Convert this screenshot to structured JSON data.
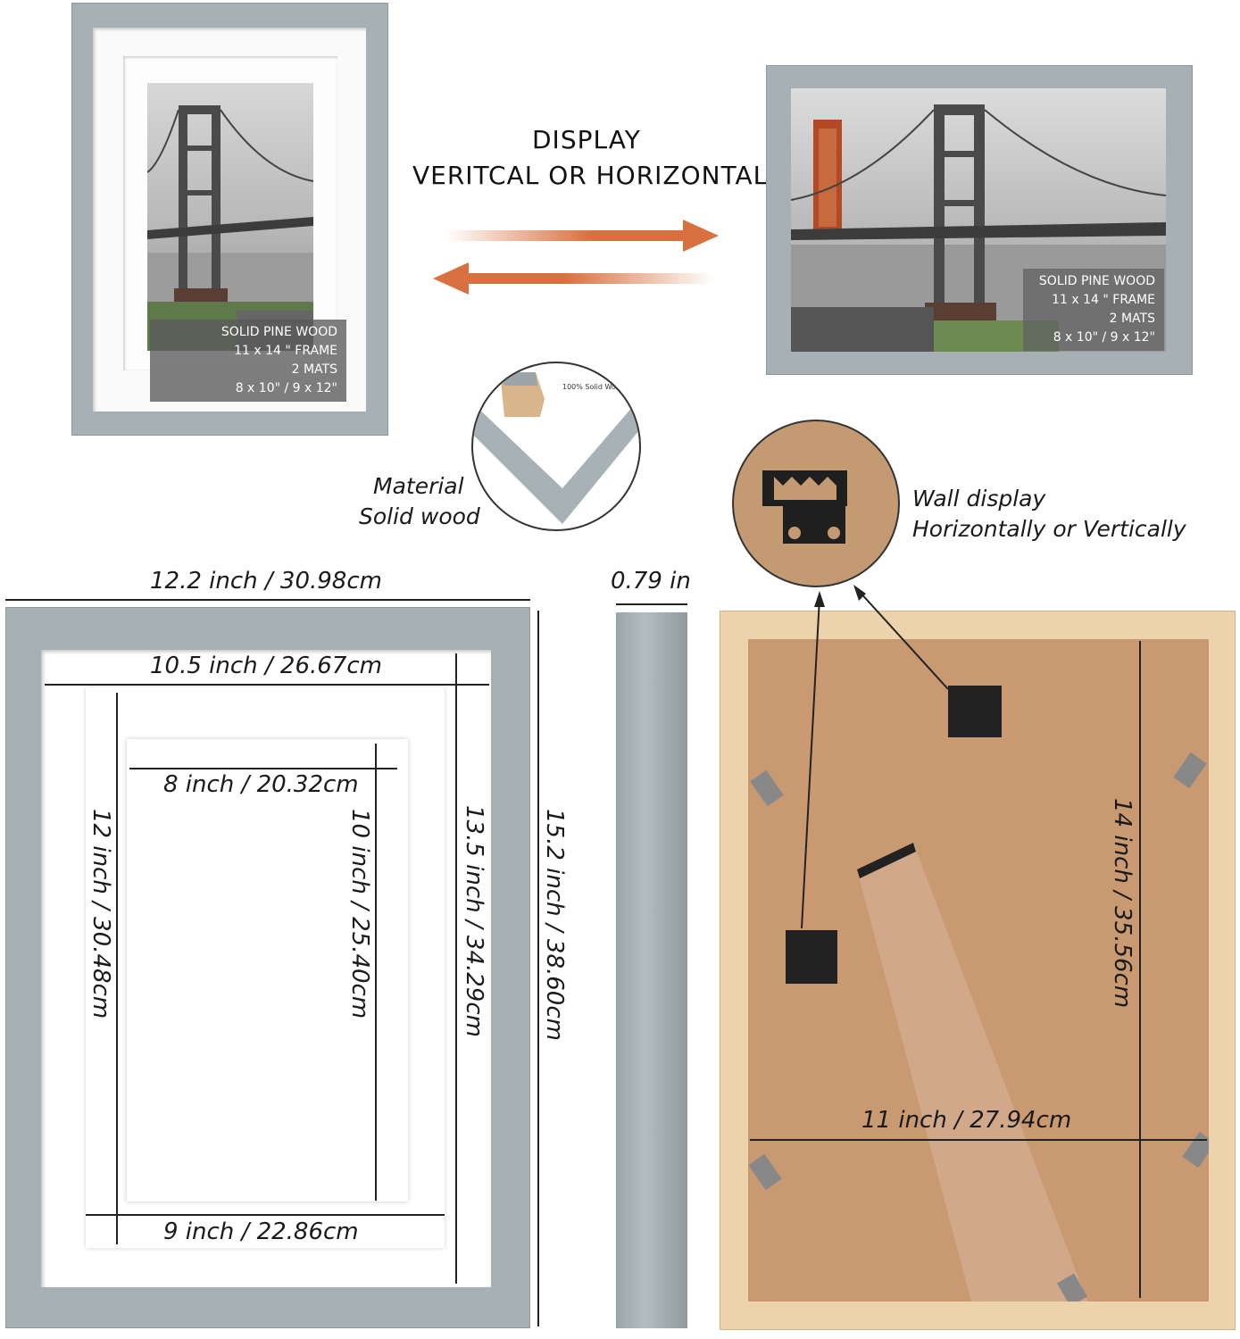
{
  "heading": {
    "line1": "DISPLAY",
    "line2": "VERITCAL OR HORIZONTAL"
  },
  "spec_overlay": {
    "line1": "SOLID PINE WOOD",
    "line2": "11 x 14 \" FRAME",
    "line3": "2 MATS",
    "line4": "8 x 10\" / 9 x 12\""
  },
  "spec_overlay_h": {
    "line1": "SOLID PINE WOOD",
    "line2": "11 x 14 \" FRAME",
    "line3": "2 MATS",
    "line4": "8 x 10\" / 9 x 12\""
  },
  "material": {
    "line1": "Material",
    "line2": "Solid wood",
    "corner_text": "100% Solid Wo"
  },
  "wall_display": {
    "line1": "Wall display",
    "line2": "Horizontally or Vertically"
  },
  "dimensions": {
    "outer_width": "12.2 inch / 30.98cm",
    "inner_width": "10.5 inch / 26.67cm",
    "photo_width": "8 inch / 20.32cm",
    "mat_width": "9 inch / 22.86cm",
    "mat_height": "12 inch / 30.48cm",
    "photo_height": "10 inch / 25.40cm",
    "inner_height": "13.5 inch / 34.29cm",
    "outer_height": "15.2 inch / 38.60cm",
    "depth": "0.79 in",
    "back_height": "14 inch / 35.56cm",
    "back_width": "11 inch / 27.94cm"
  },
  "colors": {
    "frame_gray": "#9aa5ab",
    "arrow_orange": "#d9703f",
    "backing_kraft": "#c99a72",
    "pine": "#ecd3ac"
  }
}
